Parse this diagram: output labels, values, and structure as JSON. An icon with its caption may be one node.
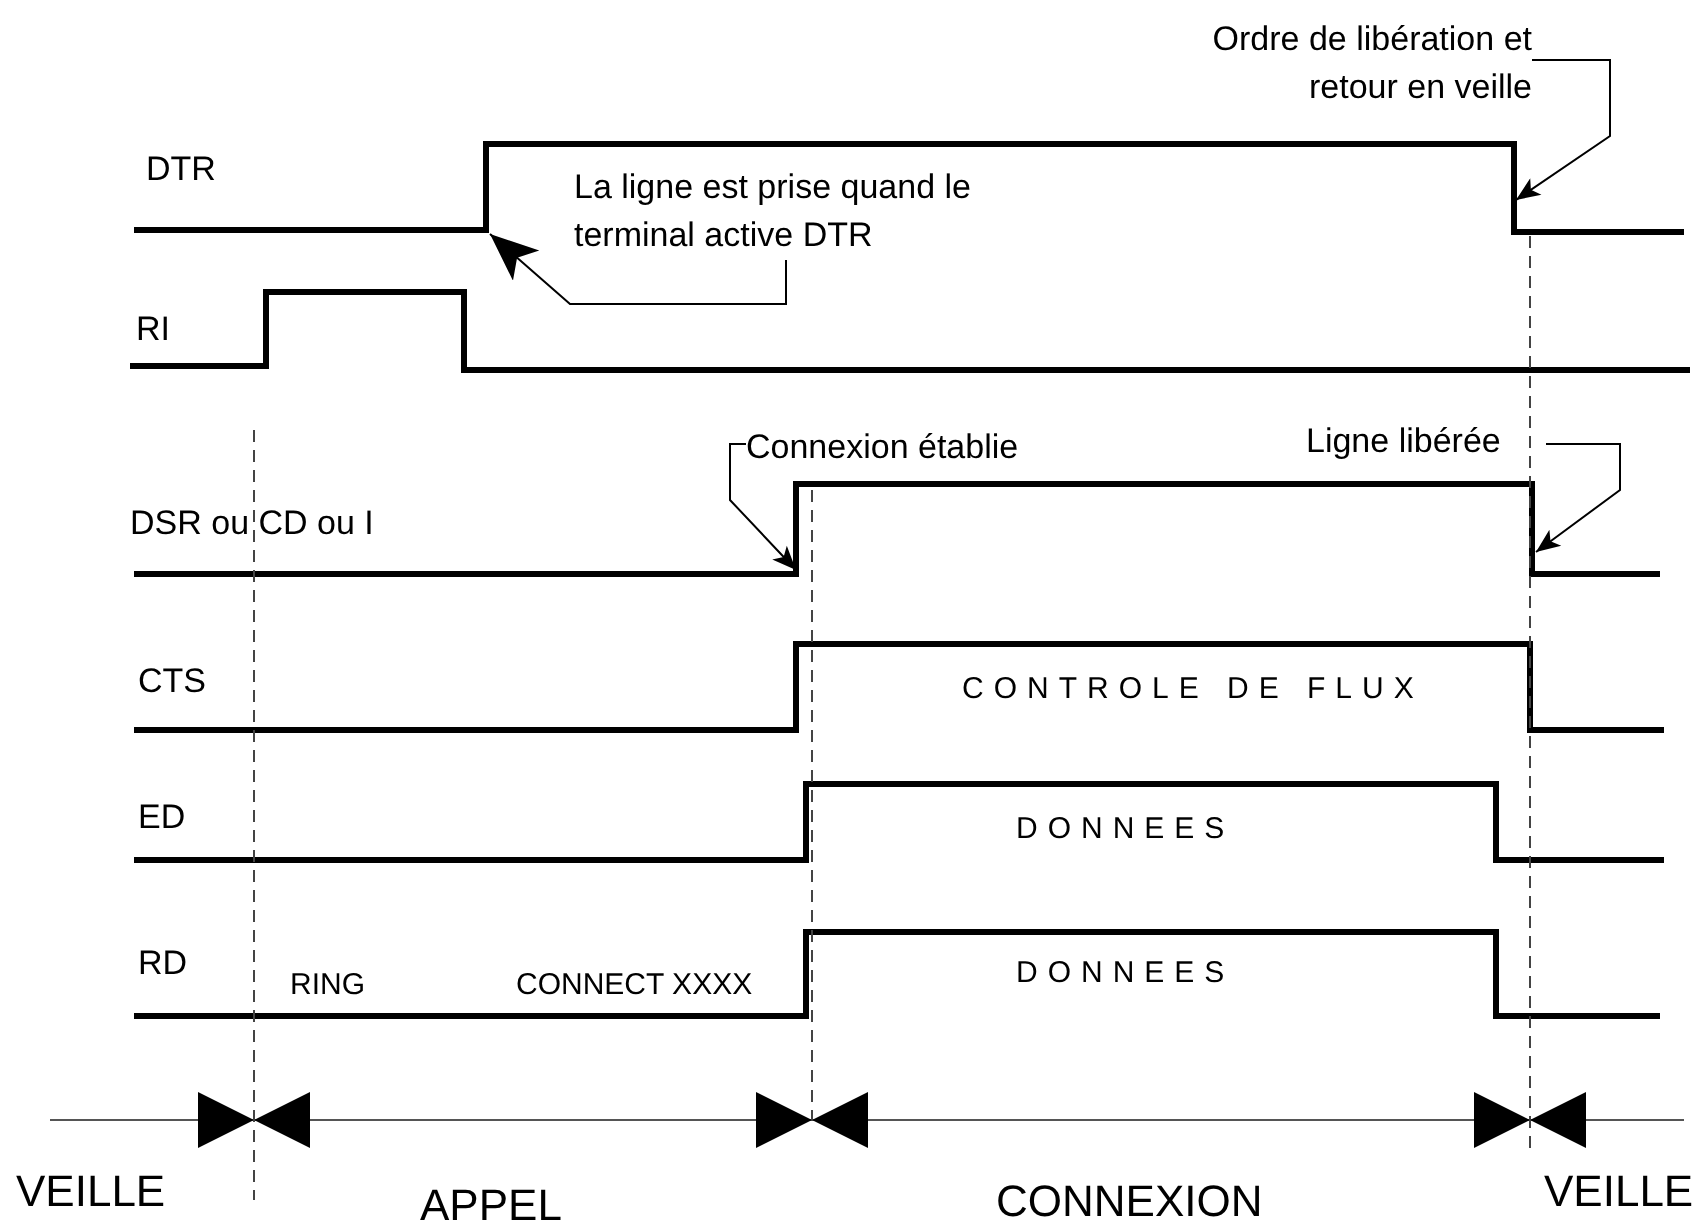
{
  "diagram": {
    "nodes": [
      {
        "text": [
          "Ordre de libération et retour en veille"
        ]
      },
      {
        "text": [
          "La ligne est prise quand le terminal active DTR"
        ]
      },
      {
        "text": [
          "Connexion établie"
        ]
      },
      {
        "text": [
          "Ligne libérée"
        ]
      }
    ],
    "edges": [
      {
        "from": 0,
        "to": null,
        "arrow": "to"
      },
      {
        "from": 1,
        "to": null,
        "arrow": "to"
      },
      {
        "from": 2,
        "to": null,
        "arrow": "to"
      },
      {
        "from": 3,
        "to": null,
        "arrow": "to"
      }
    ],
    "labels": [
      "DTR",
      "RI",
      "DSR ou CD ou I",
      "CTS",
      "CONTROLE DE FLUX",
      "ED",
      "DONNEES",
      "RD",
      "RING",
      "CONNECT XXXX",
      "DONNEES",
      "VEILLE",
      "APPEL",
      "CONNEXION",
      "VEILLE"
    ]
  }
}
